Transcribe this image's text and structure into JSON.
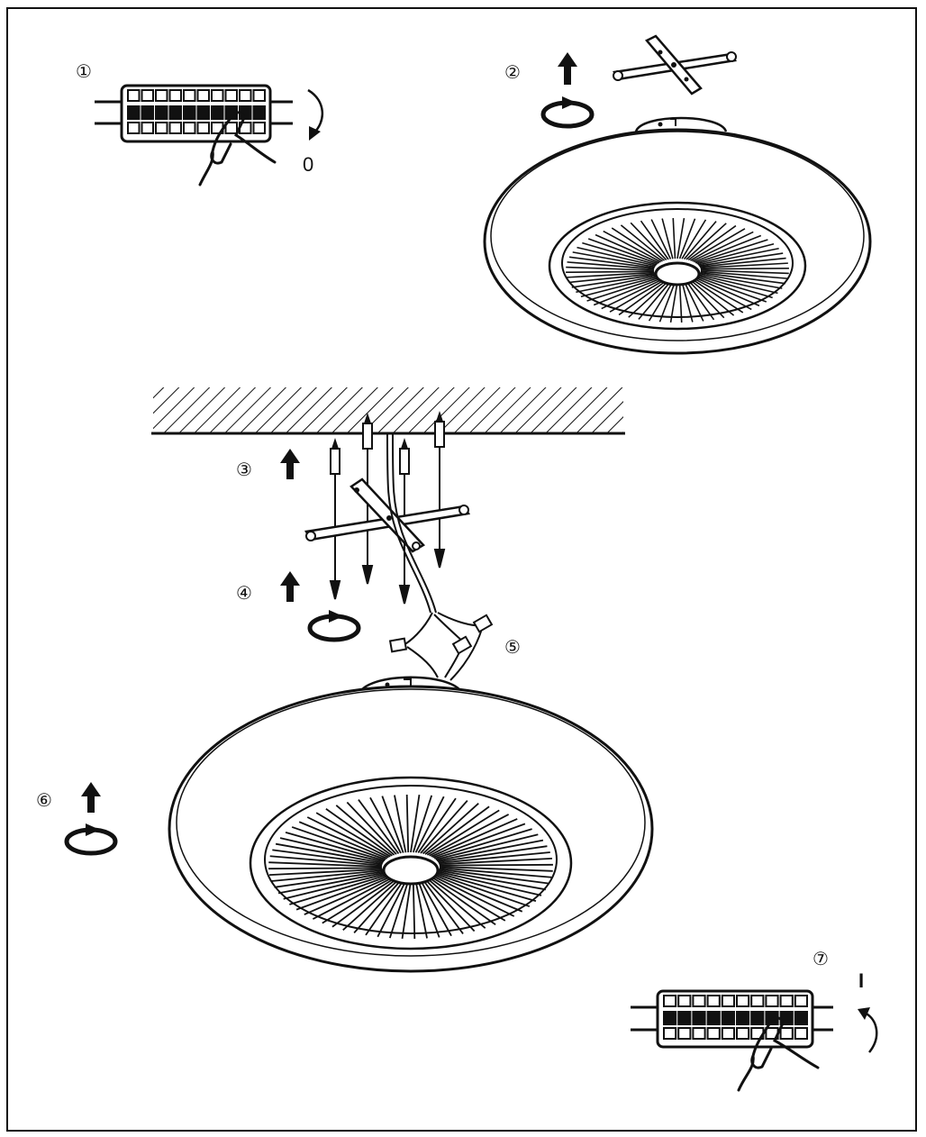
{
  "steps": [
    {
      "id": 1,
      "symbol": "①"
    },
    {
      "id": 2,
      "symbol": "②"
    },
    {
      "id": 3,
      "symbol": "③"
    },
    {
      "id": 4,
      "symbol": "④"
    },
    {
      "id": 5,
      "symbol": "⑤"
    },
    {
      "id": 6,
      "symbol": "⑥"
    },
    {
      "id": 7,
      "symbol": "⑦"
    }
  ],
  "switch_off_label": "0",
  "switch_on_label": "I",
  "colors": {
    "ink": "#111111",
    "paper": "#ffffff"
  }
}
